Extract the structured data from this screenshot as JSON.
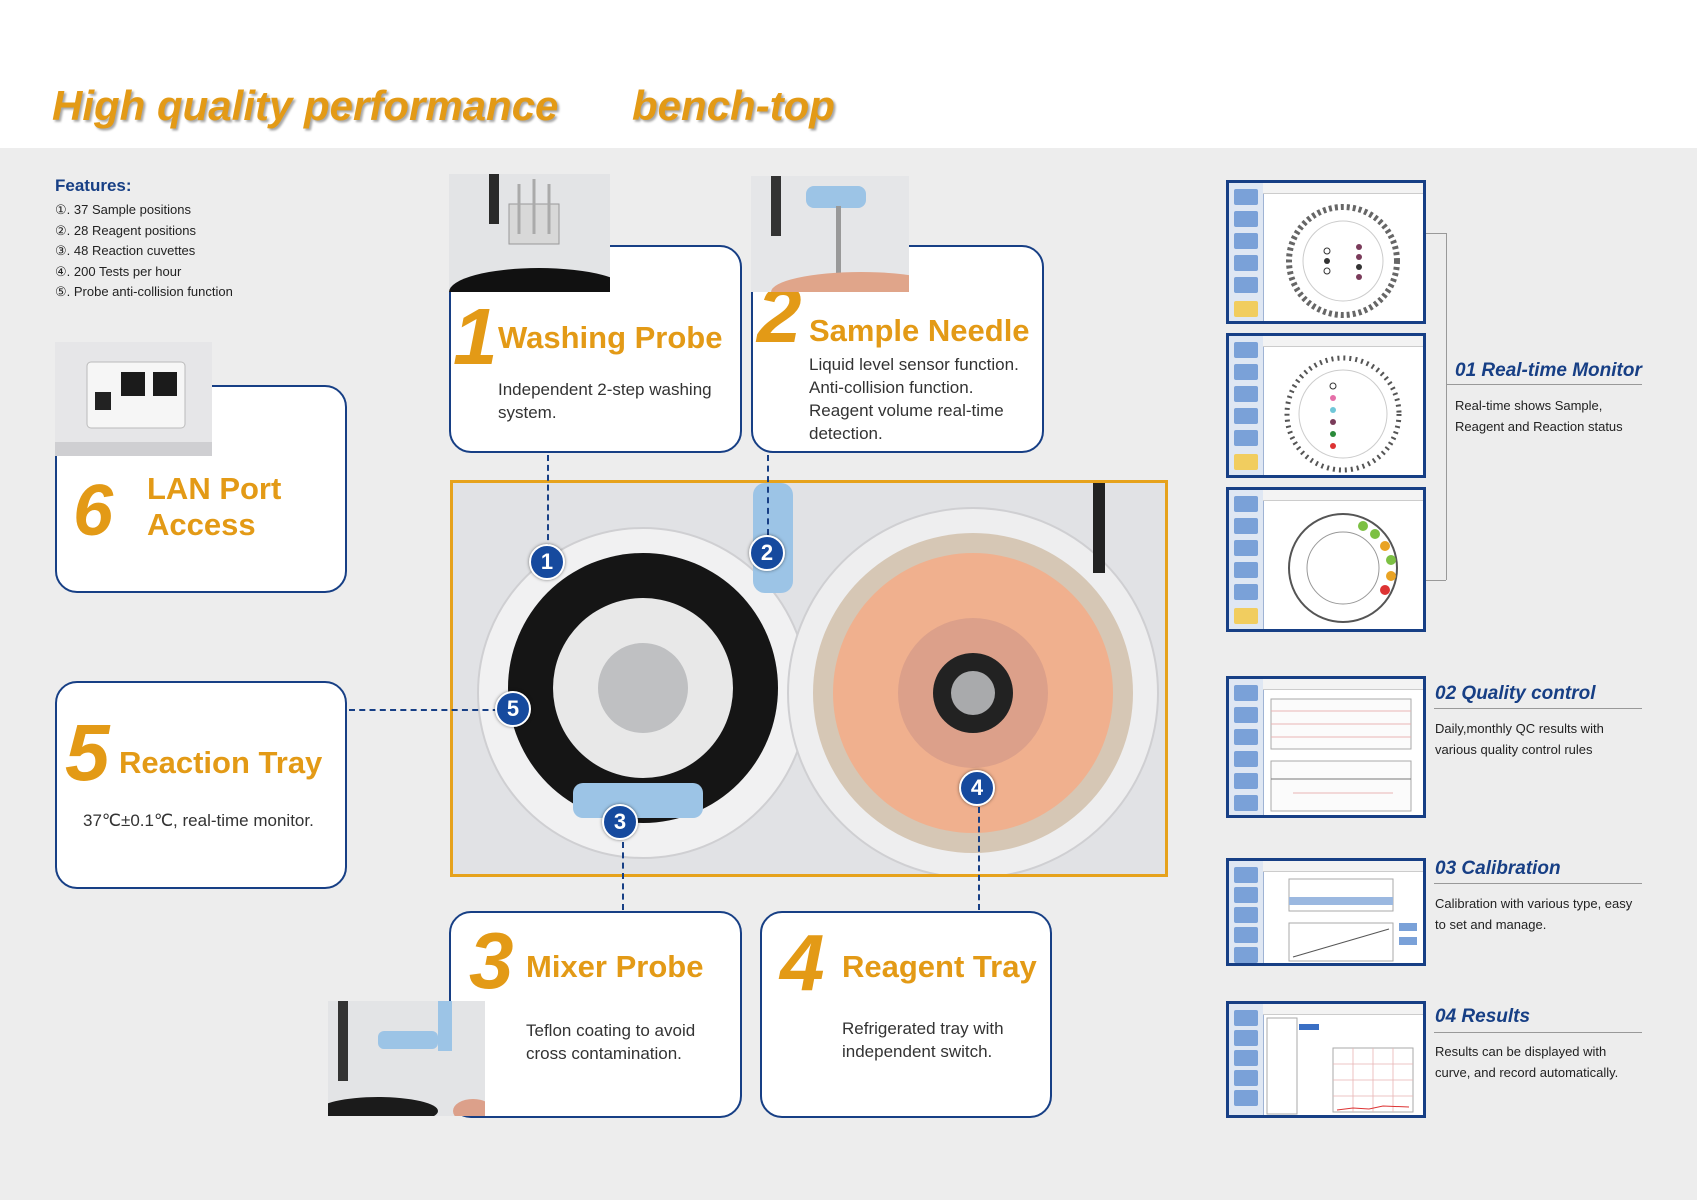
{
  "header": {
    "title_left": "High quality performance",
    "title_right": "bench-top"
  },
  "features": {
    "heading": "Features:",
    "items": [
      "①. 37 Sample positions",
      "②. 28 Reagent positions",
      "③. 48 Reaction cuvettes",
      "④. 200 Tests per hour",
      "⑤. Probe anti-collision function"
    ]
  },
  "components": {
    "washing_probe": {
      "number": "1",
      "title": "Washing Probe",
      "desc": "Independent 2-step washing system."
    },
    "sample_needle": {
      "number": "2",
      "title": "Sample Needle",
      "desc": "Liquid level sensor function. Anti-collision function. Reagent volume real-time detection."
    },
    "mixer_probe": {
      "number": "3",
      "title": "Mixer Probe",
      "desc": "Teflon coating to avoid cross contamination."
    },
    "reagent_tray": {
      "number": "4",
      "title": "Reagent Tray",
      "desc": "Refrigerated tray with independent switch."
    },
    "reaction_tray": {
      "number": "5",
      "title": "Reaction Tray",
      "desc": "37℃±0.1℃, real-time monitor."
    },
    "lan_port": {
      "number": "6",
      "title": "LAN Port Access"
    }
  },
  "badges": [
    "1",
    "2",
    "3",
    "4",
    "5"
  ],
  "software": {
    "realtime": {
      "title": "01 Real-time Monitor",
      "desc": "Real-time shows Sample, Reagent and Reaction status"
    },
    "qc": {
      "title": "02 Quality control",
      "desc": "Daily,monthly QC results with various quality control rules"
    },
    "calibration": {
      "title": "03 Calibration",
      "desc": "Calibration with various type, easy to set and manage."
    },
    "results": {
      "title": "04 Results",
      "desc": "Results can be displayed with curve, and record automatically."
    }
  },
  "colors": {
    "accent": "#e39a16",
    "navy": "#173f85",
    "badge": "#164a9e",
    "background": "#ededed"
  },
  "icons": [
    "analyzer-photo",
    "washing-probe-photo",
    "sample-needle-photo",
    "mixer-probe-photo",
    "lan-port-photo",
    "software-screenshot"
  ]
}
